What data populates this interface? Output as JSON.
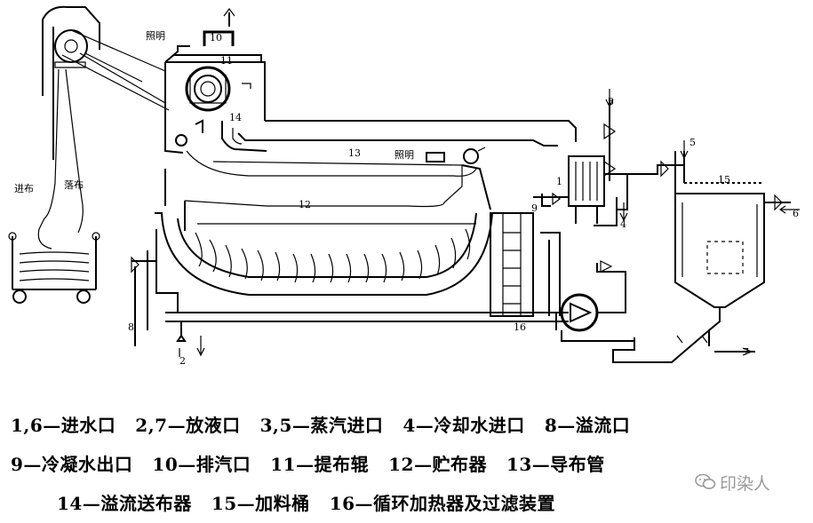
{
  "diagram": {
    "labels": {
      "n1": "1",
      "n2": "2",
      "n3": "3",
      "n4": "4",
      "n5": "5",
      "n6": "6",
      "n7": "7",
      "n8": "8",
      "n9": "9",
      "n10": "10",
      "n11": "11",
      "n12": "12",
      "n13": "13",
      "n14": "14",
      "n15": "15",
      "n16": "16",
      "light_top": "照明",
      "light_mid": "照明",
      "cloth_in": "进布",
      "cloth_out": "落布"
    }
  },
  "legend": {
    "line1": [
      "1,6—进水口",
      "2,7—放液口",
      "3,5—蒸汽进口",
      "4—冷却水进口",
      "8—溢流口"
    ],
    "line2": [
      "9—冷凝水出口",
      "10—排汽口",
      "11—提布辊",
      "12—贮布器",
      "13—导布管"
    ],
    "line3": [
      "14—溢流送布器",
      "15—加料桶",
      "16—循环加热器及过滤装置"
    ]
  },
  "watermark": {
    "text": "印染人",
    "icon": "wechat-icon"
  }
}
